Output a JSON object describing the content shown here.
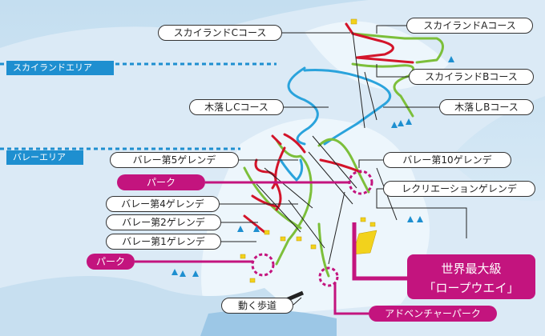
{
  "areas": {
    "skyland": "スカイランドエリア",
    "valley": "バレーエリア"
  },
  "courses": {
    "skyland_c": "スカイランドCコース",
    "skyland_a": "スカイランドAコース",
    "skyland_b": "スカイランドBコース",
    "kootoshi_c": "木落しCコース",
    "kootoshi_b": "木落しBコース",
    "valley_5": "バレー第5ゲレンデ",
    "valley_10": "バレー第10ゲレンデ",
    "recreation": "レクリエーションゲレンデ",
    "valley_4": "バレー第4ゲレンデ",
    "valley_2": "バレー第2ゲレンデ",
    "valley_1": "バレー第1ゲレンデ"
  },
  "parks": {
    "park_upper": "パーク",
    "park_lower": "パーク",
    "adventure": "アドベンチャーパーク"
  },
  "facilities": {
    "walkway": "動く歩道",
    "ropeway_line1": "世界最大級",
    "ropeway_line2": "「ロープウエイ」"
  },
  "colors": {
    "area_tag": "#1e8fd0",
    "park": "#c3147e",
    "beginner_course": "#7cbf3a",
    "intermediate_course": "#2aa3dc",
    "advanced_course": "#d3142a",
    "lift_line": "#222222",
    "facility_icon": "#f2d21c"
  }
}
